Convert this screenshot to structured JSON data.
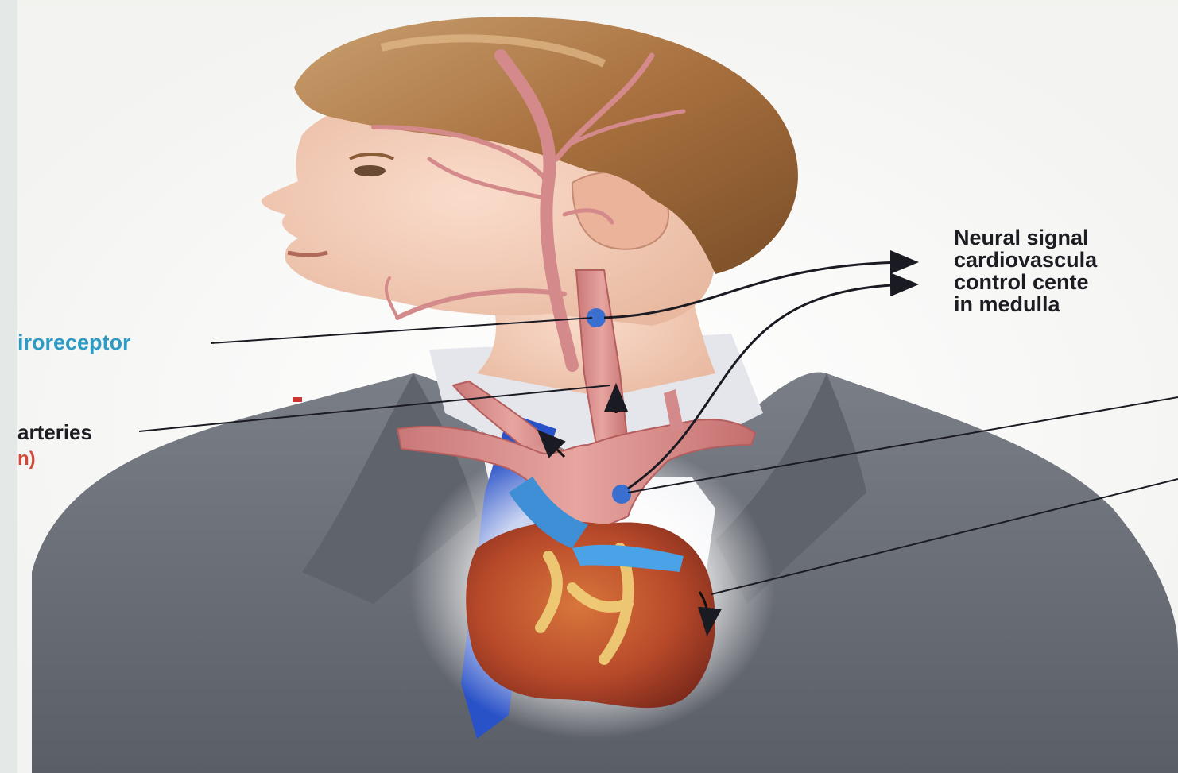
{
  "labels": {
    "neural_signals": {
      "line1": "Neural signal",
      "line2": "cardiovascula",
      "line3": "control cente",
      "line4": "in medulla"
    },
    "baroreceptor": "iroreceptor",
    "arteries": "arteries",
    "arteries_sub": "n)"
  },
  "colors": {
    "background": "#eeeee8",
    "label_text": "#1c1c22",
    "baroreceptor_text": "#2d9bc4",
    "sub_text": "#d24a3a",
    "receptor_dot": "#3a6fd0",
    "artery": "#d98c8c",
    "suit": "#6d7178",
    "hair": "#b07a45",
    "skin": "#f0c9b0",
    "heart": "#b84a2a"
  }
}
